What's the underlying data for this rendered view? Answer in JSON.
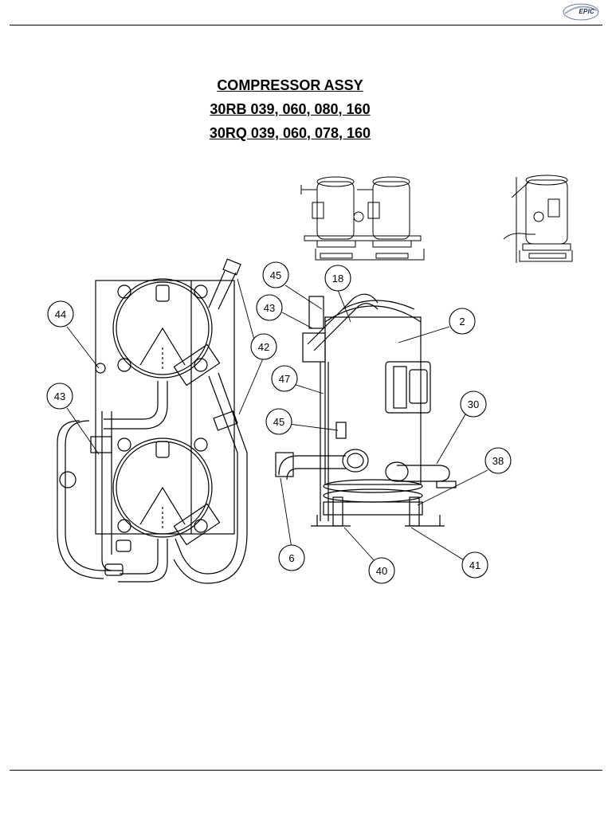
{
  "header": {
    "logo_text": "EPIC"
  },
  "titles": {
    "line1": "COMPRESSOR ASSY",
    "line2": "30RB 039, 060, 080, 160",
    "line3": "30RQ 039, 060, 078, 160"
  },
  "callouts": [
    "45",
    "18",
    "2",
    "43",
    "42",
    "44",
    "47",
    "43",
    "30",
    "45",
    "38",
    "6",
    "40",
    "41"
  ]
}
